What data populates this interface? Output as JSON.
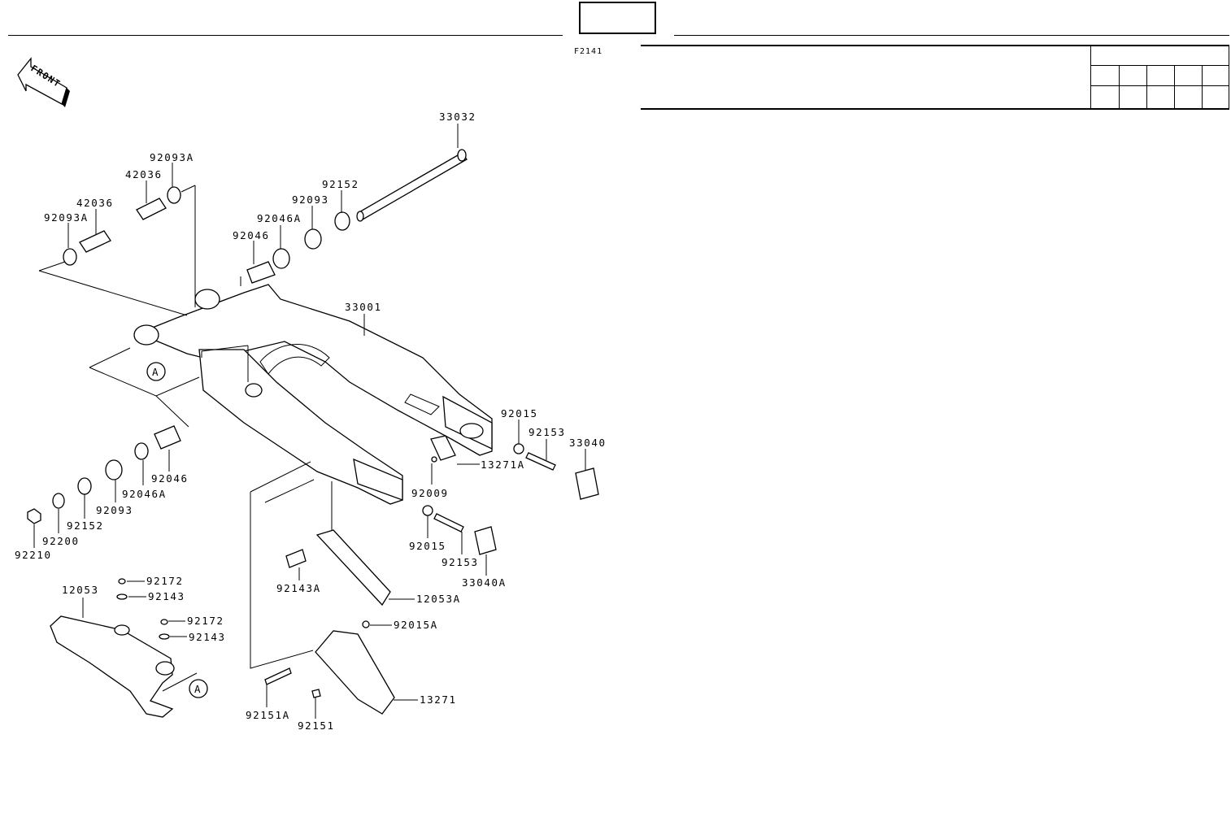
{
  "header": {
    "figure_code": "F2141"
  },
  "front_marker": {
    "label": "FRONT",
    "icon": "front-direction-arrow-icon"
  },
  "callout_ref": "A",
  "parts": [
    {
      "num": "33032"
    },
    {
      "num": "92093A"
    },
    {
      "num": "42036"
    },
    {
      "num": "42036"
    },
    {
      "num": "92093A"
    },
    {
      "num": "92152"
    },
    {
      "num": "92093"
    },
    {
      "num": "92046A"
    },
    {
      "num": "92046"
    },
    {
      "num": "33001"
    },
    {
      "num": "92015"
    },
    {
      "num": "92153"
    },
    {
      "num": "33040"
    },
    {
      "num": "13271A"
    },
    {
      "num": "92009"
    },
    {
      "num": "92046"
    },
    {
      "num": "92046A"
    },
    {
      "num": "92093"
    },
    {
      "num": "92152"
    },
    {
      "num": "92200"
    },
    {
      "num": "92210"
    },
    {
      "num": "92015"
    },
    {
      "num": "92153"
    },
    {
      "num": "33040A"
    },
    {
      "num": "92143A"
    },
    {
      "num": "12053A"
    },
    {
      "num": "92172"
    },
    {
      "num": "92143"
    },
    {
      "num": "12053"
    },
    {
      "num": "92172"
    },
    {
      "num": "92143"
    },
    {
      "num": "92015A"
    },
    {
      "num": "13271"
    },
    {
      "num": "92151A"
    },
    {
      "num": "92151"
    }
  ]
}
